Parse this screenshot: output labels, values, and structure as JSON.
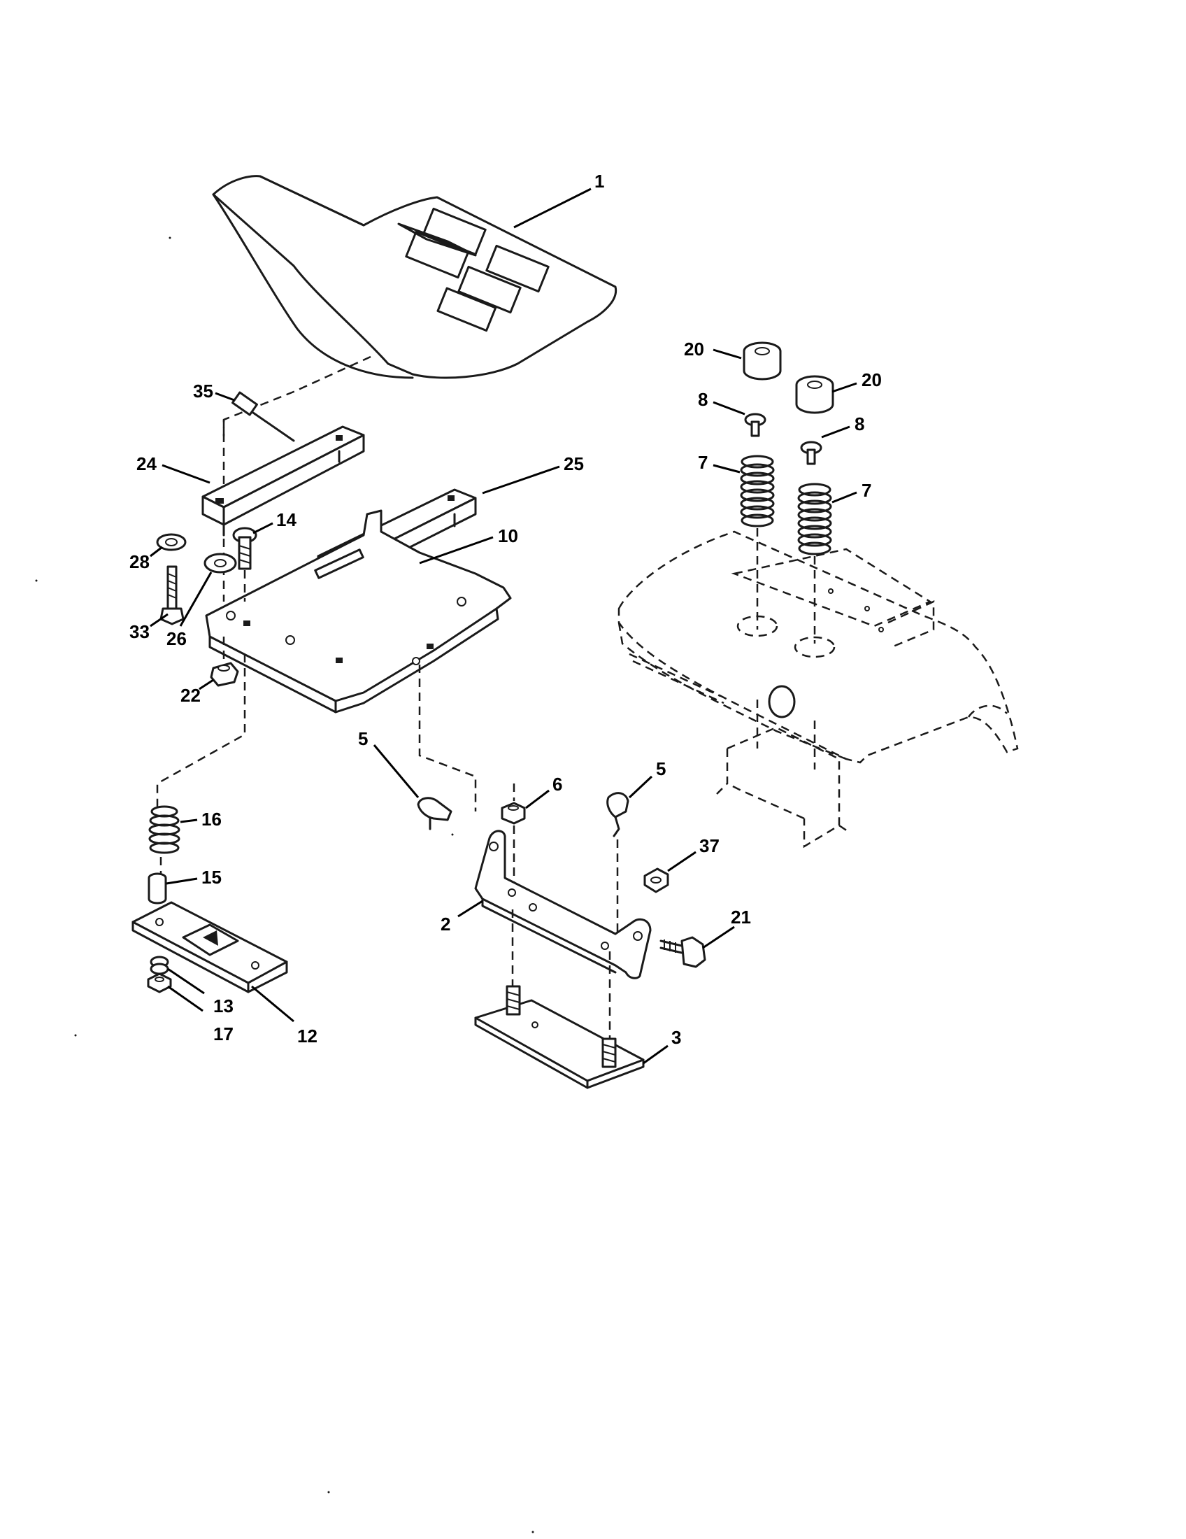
{
  "diagram": {
    "callouts": [
      "1",
      "20",
      "20",
      "8",
      "8",
      "7",
      "7",
      "35",
      "24",
      "25",
      "14",
      "10",
      "28",
      "33",
      "26",
      "22",
      "5",
      "6",
      "5",
      "16",
      "37",
      "15",
      "2",
      "21",
      "13",
      "17",
      "12",
      "3"
    ]
  }
}
